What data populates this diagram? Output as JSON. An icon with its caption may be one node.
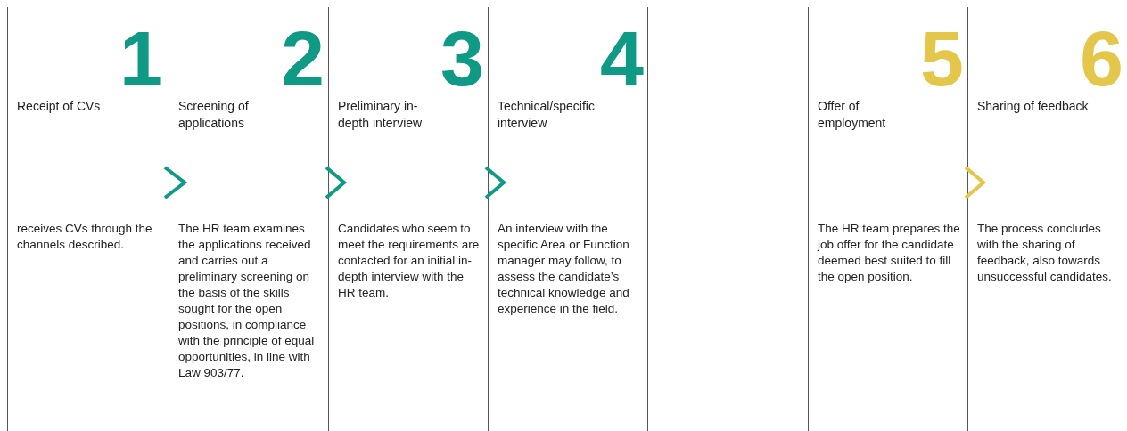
{
  "diagram": {
    "nodes": [
      {
        "text": [
          "1",
          "Receipt of CVs",
          "receives CVs through the channels described."
        ]
      },
      {
        "text": [
          "2",
          "Screening of applications",
          "The HR team examines the applications received and carries out a preliminary screening on the basis of the skills sought for the open positions, in compliance with the principle of equal opportunities, in line with Law 903/77."
        ]
      },
      {
        "text": [
          "3",
          "Preliminary in-depth interview",
          "Candidates who seem to meet the requirements are contacted for an initial in-depth interview with the HR team."
        ]
      },
      {
        "text": [
          "4",
          "Technical/specific interview",
          "An interview with the specific Area or Function manager may follow, to assess the candidate’s technical knowledge and experience in the field."
        ]
      },
      {
        "text": [
          "5",
          "Offer of employment",
          "The HR team prepares the job offer for the candidate deemed best suited to fill the open position."
        ]
      },
      {
        "text": [
          "6",
          "Sharing of feedback",
          "The process concludes with the sharing of feedback, also towards unsuccessful candidates."
        ]
      }
    ],
    "edges": [
      {
        "from": 0,
        "to": 1,
        "arrow": "to"
      },
      {
        "from": 1,
        "to": 2,
        "arrow": "to"
      },
      {
        "from": 2,
        "to": 3,
        "arrow": "to"
      },
      {
        "from": 4,
        "to": 5,
        "arrow": "to",
        "color": "#e4c64a"
      }
    ]
  }
}
